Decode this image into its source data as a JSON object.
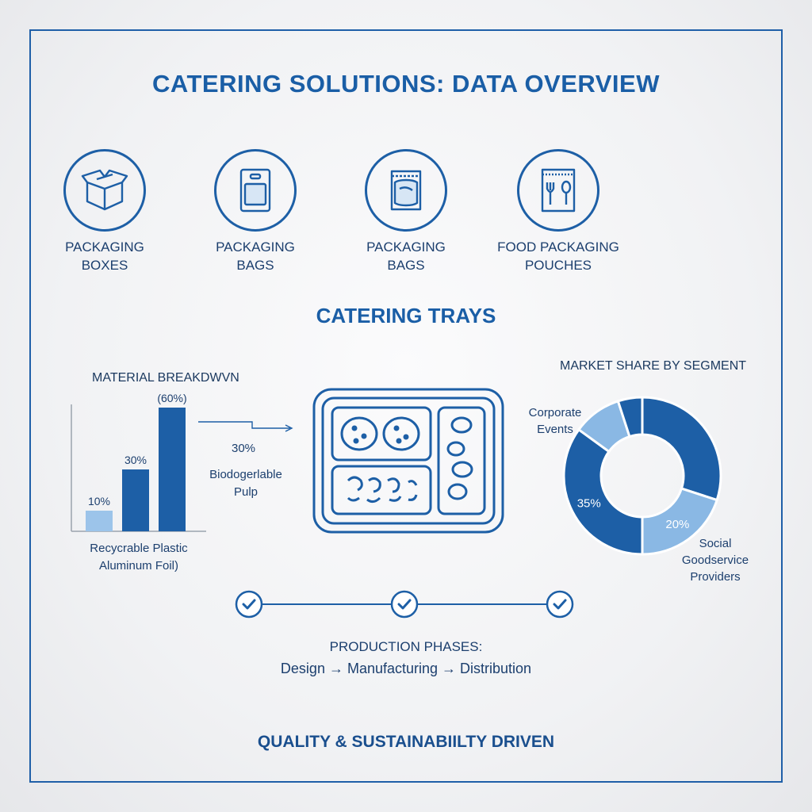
{
  "title": "CATERING SOLUTIONS: DATA OVERVIEW",
  "icons": [
    {
      "icon": "box-icon",
      "line1": "PACKAGING",
      "line2": "BOXES"
    },
    {
      "icon": "bag-icon",
      "line1": "PACKAGING",
      "line2": "BAGS"
    },
    {
      "icon": "sealed-bag-icon",
      "line1": "PACKAGING",
      "line2": "BAGS"
    },
    {
      "icon": "food-pouch-icon",
      "line1": "FOOD PACKAGING",
      "line2": "POUCHES"
    }
  ],
  "section_title": "CATERING TRAYS",
  "material": {
    "title": "MATERIAL BREAKDWVN",
    "label_line1": "Recycrable Plastic",
    "label_line2": "Aluminum Foil)",
    "callout_value": "30%",
    "callout_line1": "Biodogerlable",
    "callout_line2": "Pulp"
  },
  "market": {
    "title": "MARKET SHARE BY SEGMENT",
    "label_corporate_1": "Corporate",
    "label_corporate_2": "Events",
    "label_social_1": "Social",
    "label_social_2": "Goodservice",
    "label_social_3": "Providers"
  },
  "phases": {
    "title": "PRODUCTION PHASES:",
    "steps": "Design → Manufacturing → Distribution",
    "count": 3
  },
  "footer": "QUALITY & SUSTAINABIILTY DRIVEN",
  "colors": {
    "dark_blue": "#1d5fa6",
    "light_blue": "#8ab8e4",
    "text": "#1c3f6e"
  },
  "chart_data": [
    {
      "type": "bar",
      "title": "MATERIAL BREAKDWVN",
      "categories": [
        "",
        "",
        ""
      ],
      "values": [
        10,
        30,
        60
      ],
      "labels": [
        "10%",
        "30%",
        "(60%)"
      ],
      "colors": [
        "#9cc4ea",
        "#1d5fa6",
        "#1d5fa6"
      ],
      "ylim": [
        0,
        60
      ]
    },
    {
      "type": "pie",
      "title": "MARKET SHARE BY SEGMENT",
      "donut": true,
      "values": [
        30,
        20,
        35,
        10,
        5
      ],
      "labels": [
        "",
        "20%",
        "35%",
        "",
        ""
      ],
      "colors": [
        "#1d5fa6",
        "#8ab8e4",
        "#1d5fa6",
        "#8ab8e4",
        "#1d5fa6"
      ]
    }
  ]
}
